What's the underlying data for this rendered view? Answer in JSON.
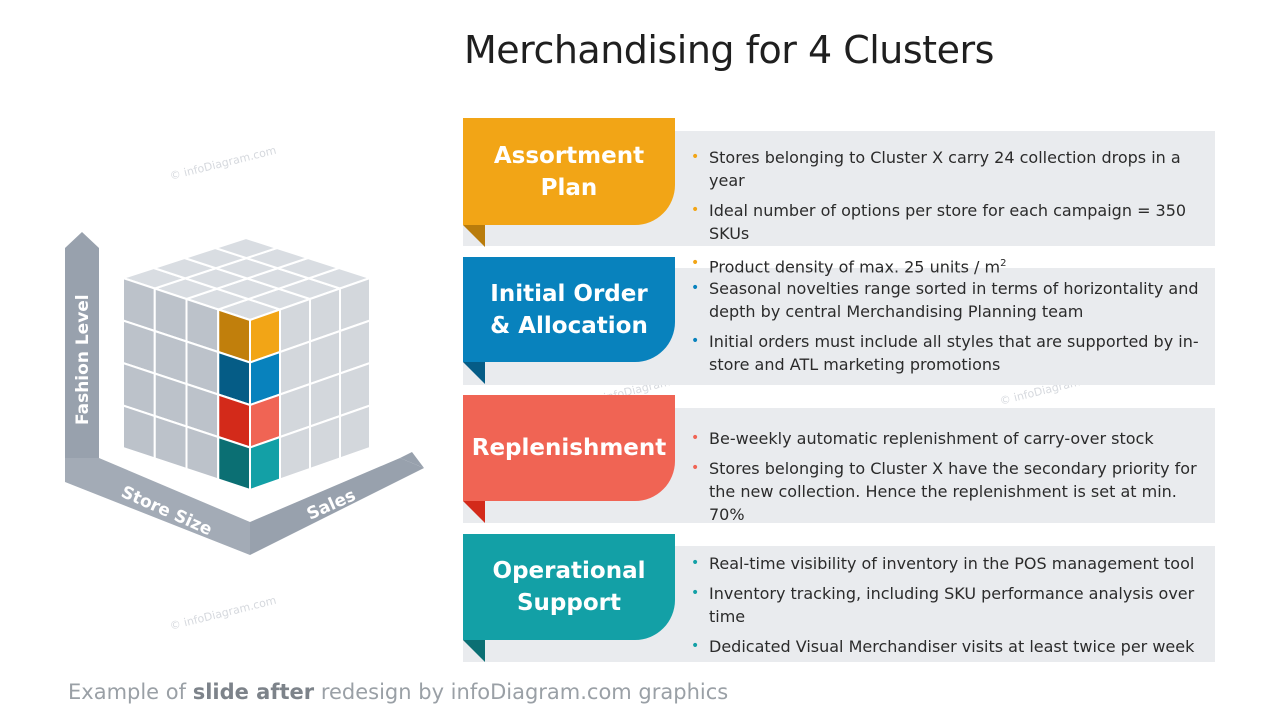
{
  "title": "Merchandising for 4 Clusters",
  "watermark": "© infoDiagram.com",
  "axes": {
    "fashion_level": "Fashion Level",
    "store_size": "Store Size",
    "sales": "Sales"
  },
  "colors": {
    "orange": "#f2a516",
    "blue": "#0882bd",
    "red": "#f06454",
    "teal": "#13a0a6",
    "panel": "#e9ebee",
    "axis": "#98a1ad"
  },
  "rows": [
    {
      "label": "Assortment Plan",
      "color": "#f2a516",
      "fold_color": "#b97c0c",
      "bullets": [
        "Stores belonging to Cluster X carry 24 collection drops in a year",
        "Ideal number of options per store for each campaign = 350 SKUs",
        "Product density of max. 25 units / m"
      ],
      "superscript": "2"
    },
    {
      "label": "Initial Order & Allocation",
      "color": "#0882bd",
      "fold_color": "#055c86",
      "bullets": [
        "Seasonal novelties range sorted in terms of horizontality and depth by central Merchandising Planning team",
        "Initial orders must include all styles that are supported by in-store and ATL marketing promotions"
      ]
    },
    {
      "label": "Replenishment",
      "color": "#f06454",
      "fold_color": "#d32a1a",
      "bullets": [
        "Be-weekly automatic replenishment of carry-over stock",
        "Stores belonging to Cluster X have the secondary priority for the new collection. Hence the replenishment is set at min. 70%"
      ]
    },
    {
      "label": "Operational Support",
      "color": "#13a0a6",
      "fold_color": "#0b6f73",
      "bullets": [
        "Real-time visibility of inventory in the POS management tool",
        "Inventory tracking, including SKU performance analysis over time",
        "Dedicated Visual Merchandiser visits at least twice per week"
      ]
    }
  ],
  "footer": {
    "prefix": "Example of ",
    "bold": "slide after",
    "suffix": " redesign by infoDiagram.com graphics"
  }
}
